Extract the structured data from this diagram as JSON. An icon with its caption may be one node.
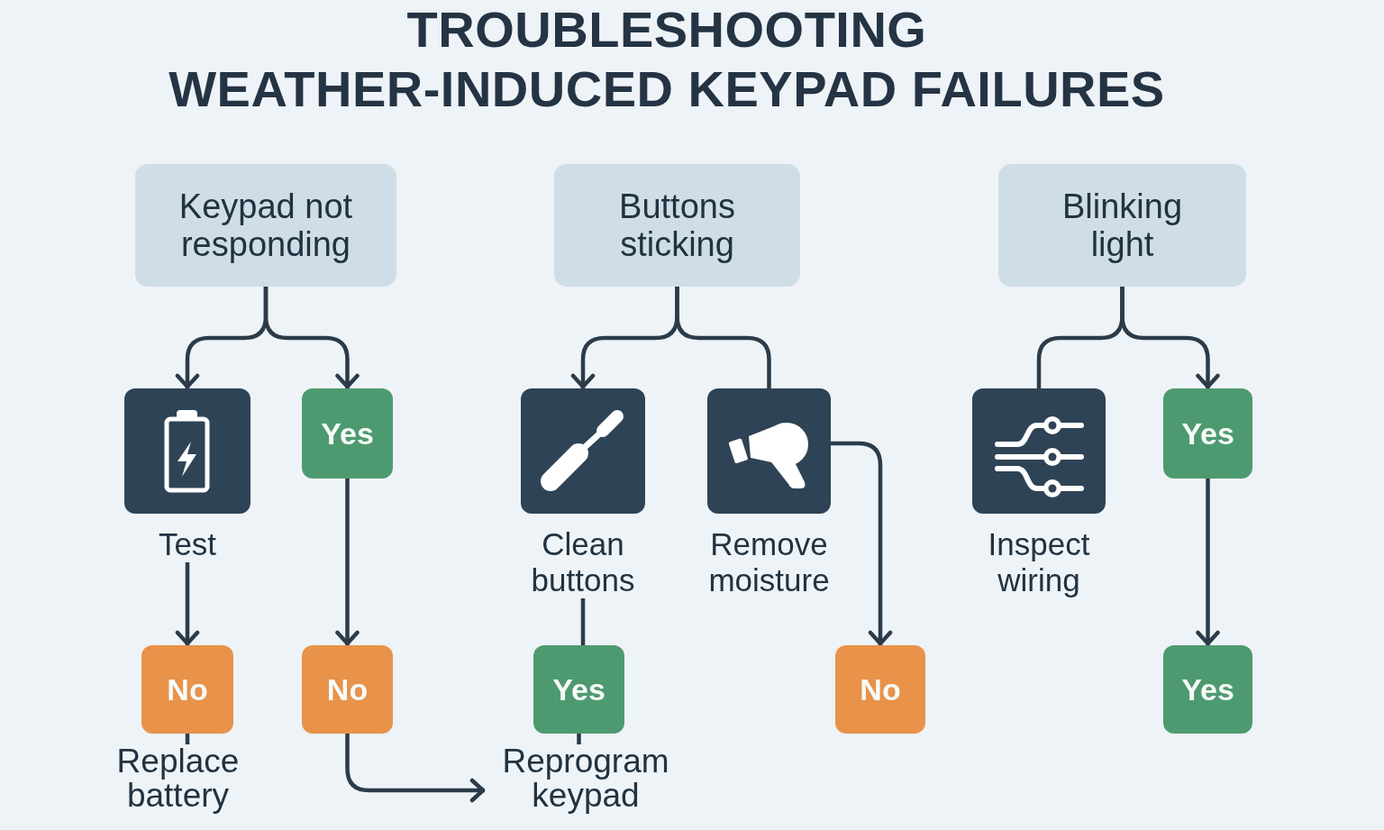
{
  "diagram": {
    "title": "TROUBLESHOOTING WEATHER-INDUCED KEYPAD FAILURES",
    "nodes": [
      {
        "text": [
          "Keypad not responding"
        ]
      },
      {
        "text": [
          "Buttons sticking"
        ]
      },
      {
        "text": [
          "Blinking light"
        ]
      },
      {
        "text": [
          "Test"
        ]
      },
      {
        "text": [
          "Yes"
        ]
      },
      {
        "text": [
          "Clean buttons"
        ]
      },
      {
        "text": [
          "Remove moisture"
        ]
      },
      {
        "text": [
          "Inspect wiring"
        ]
      },
      {
        "text": [
          "Yes"
        ]
      },
      {
        "text": [
          "No"
        ]
      },
      {
        "text": [
          "No"
        ]
      },
      {
        "text": [
          "Yes"
        ]
      },
      {
        "text": [
          "No"
        ]
      },
      {
        "text": [
          "Yes"
        ]
      },
      {
        "text": [
          "Replace battery"
        ]
      },
      {
        "text": [
          "Reprogram keypad"
        ]
      }
    ],
    "edges": [
      {
        "from": 0,
        "to": 3,
        "arrow": "to"
      },
      {
        "from": 0,
        "to": 4,
        "arrow": "to"
      },
      {
        "from": 1,
        "to": 5,
        "arrow": "to"
      },
      {
        "from": 1,
        "to": 6,
        "arrow": "none"
      },
      {
        "from": 2,
        "to": 7,
        "arrow": "none"
      },
      {
        "from": 2,
        "to": 8,
        "arrow": "to"
      },
      {
        "from": 3,
        "to": 9,
        "arrow": "to"
      },
      {
        "from": 4,
        "to": 10,
        "arrow": "to"
      },
      {
        "from": 5,
        "to": 11,
        "arrow": "none"
      },
      {
        "from": 6,
        "to": 12,
        "arrow": "to"
      },
      {
        "from": 8,
        "to": 13,
        "arrow": "to"
      },
      {
        "from": 9,
        "to": 14,
        "arrow": "none"
      },
      {
        "from": 10,
        "to": 15,
        "arrow": "to"
      },
      {
        "from": 11,
        "to": 15,
        "arrow": "none"
      }
    ]
  }
}
